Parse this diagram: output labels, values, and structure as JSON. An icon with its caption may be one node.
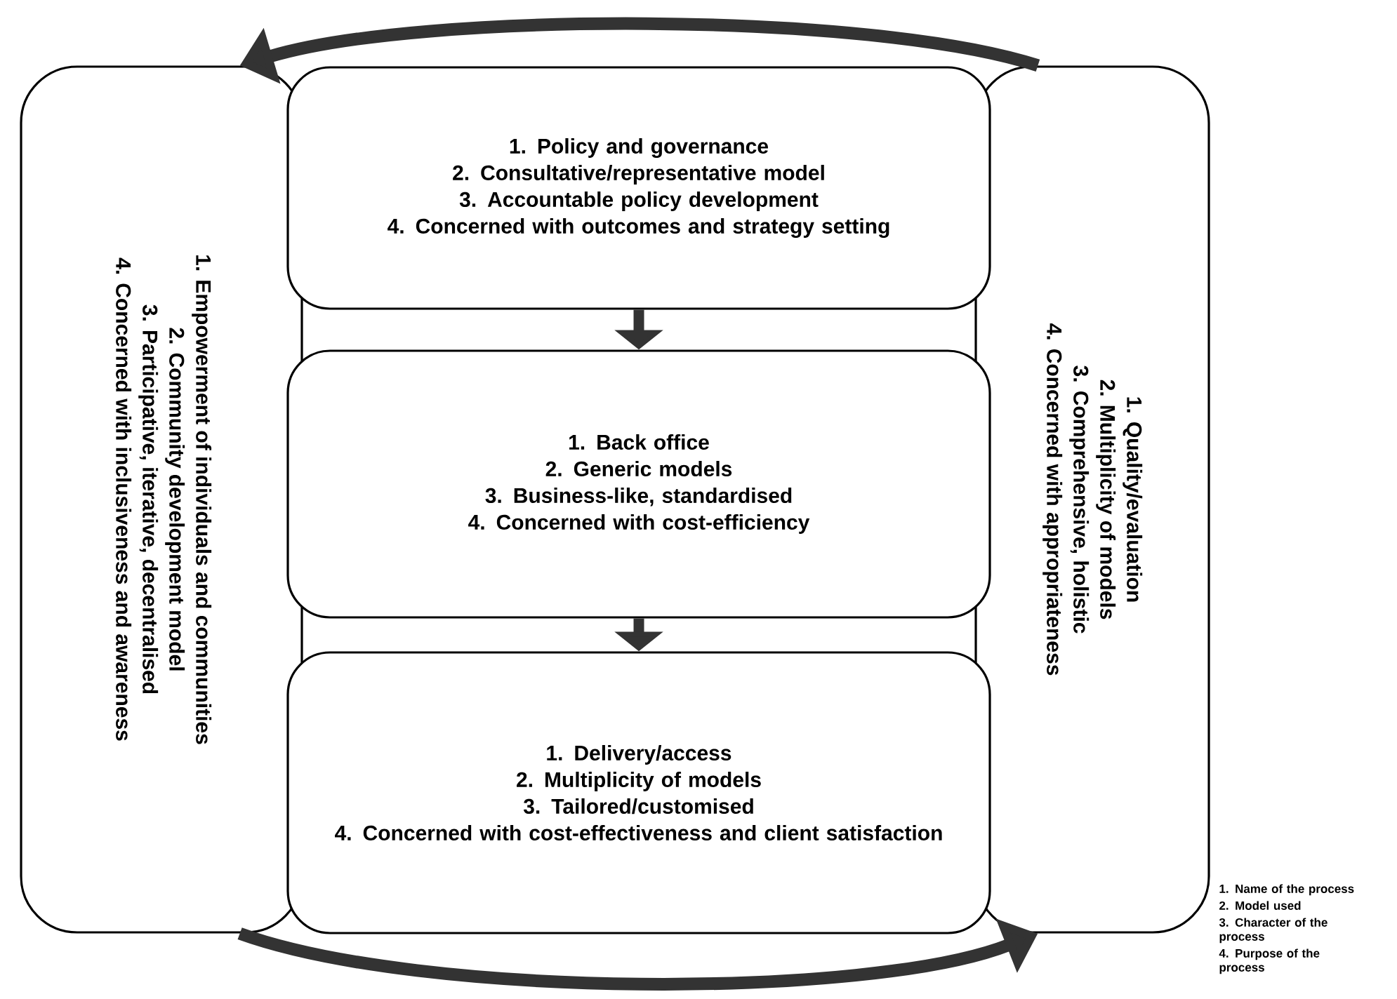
{
  "diagram": {
    "nodes": [
      {
        "text": [
          "1. Empowerment of individuals and communities",
          "2. Community development model",
          "3. Participative, iterative, decentralised",
          "4. Concerned with inclusiveness and awareness"
        ]
      },
      {
        "text": [
          "1. Policy and governance",
          "2. Consultative/representative model",
          "3. Accountable policy development",
          "4. Concerned with outcomes and strategy setting"
        ]
      },
      {
        "text": [
          "1. Back office",
          "2. Generic models",
          "3. Business-like, standardised",
          "4. Concerned with cost-efficiency"
        ]
      },
      {
        "text": [
          "1. Delivery/access",
          "2. Multiplicity of models",
          "3. Tailored/customised",
          "4. Concerned with cost-effectiveness and client satisfaction"
        ]
      },
      {
        "text": [
          "1. Quality/evaluation",
          "2. Multiplicity of models",
          "3. Comprehensive, holistic",
          "4. Concerned with appropriateness"
        ]
      }
    ],
    "edges": [
      {
        "from": 4,
        "to": 0,
        "arrow": "to"
      },
      {
        "from": 1,
        "to": 2,
        "arrow": "to"
      },
      {
        "from": 2,
        "to": 3,
        "arrow": "to"
      },
      {
        "from": 0,
        "to": 4,
        "arrow": "to"
      }
    ],
    "labels": [
      "1. Name of the process",
      "2. Model used",
      "3. Character of the process",
      "4. Purpose of the process"
    ]
  }
}
